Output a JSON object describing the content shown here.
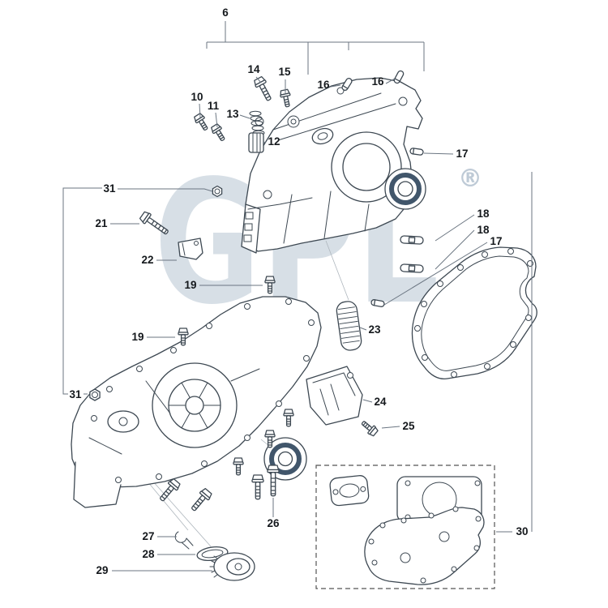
{
  "diagram": {
    "watermark": "GPL",
    "registered_mark": "®",
    "callouts": [
      {
        "label": "6"
      },
      {
        "label": "14"
      },
      {
        "label": "15"
      },
      {
        "label": "16"
      },
      {
        "label": "16"
      },
      {
        "label": "10"
      },
      {
        "label": "11"
      },
      {
        "label": "13"
      },
      {
        "label": "12"
      },
      {
        "label": "17"
      },
      {
        "label": "31"
      },
      {
        "label": "18"
      },
      {
        "label": "18"
      },
      {
        "label": "17"
      },
      {
        "label": "21"
      },
      {
        "label": "22"
      },
      {
        "label": "19"
      },
      {
        "label": "23"
      },
      {
        "label": "19"
      },
      {
        "label": "31"
      },
      {
        "label": "24"
      },
      {
        "label": "25"
      },
      {
        "label": "26"
      },
      {
        "label": "27"
      },
      {
        "label": "28"
      },
      {
        "label": "29"
      },
      {
        "label": "30"
      }
    ]
  },
  "colors": {
    "line": "#3d4852",
    "leader": "#6b7682",
    "label": "#15191d",
    "watermark": "#b7c5d2",
    "dash": "#555555",
    "bearing": "#41566b"
  }
}
